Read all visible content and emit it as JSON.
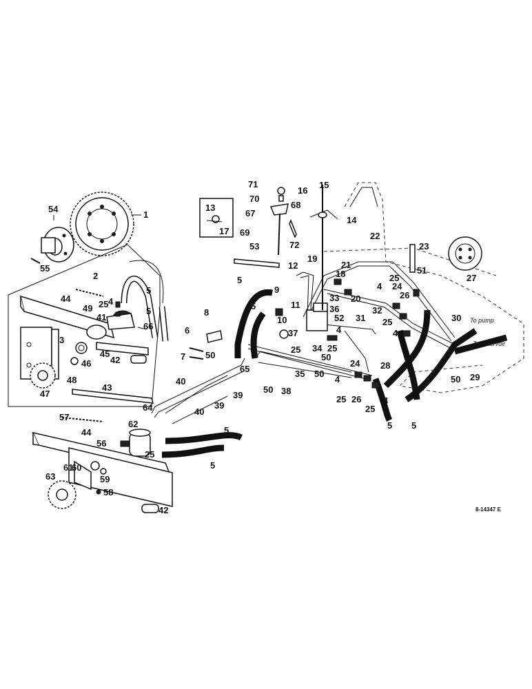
{
  "labels": {
    "p1": "1",
    "p2": "2",
    "p3": "3",
    "p4a": "4",
    "p4b": "4",
    "p4c": "4",
    "p4d": "4",
    "p4e": "4",
    "p4f": "4",
    "p5a": "5",
    "p5b": "5",
    "p5c": "5",
    "p5d": "5",
    "p5e": "5",
    "p5f": "5",
    "p5g": "5",
    "p6": "6",
    "p7": "7",
    "p8": "8",
    "p9": "9",
    "p10": "10",
    "p11": "11",
    "p12": "12",
    "p13": "13",
    "p14": "14",
    "p15": "15",
    "p16": "16",
    "p17": "17",
    "p18": "18",
    "p19": "19",
    "p20": "20",
    "p21": "21",
    "p22": "22",
    "p23": "23",
    "p24a": "24",
    "p24b": "24",
    "p25a": "25",
    "p25b": "25",
    "p25c": "25",
    "p25d": "25",
    "p25e": "25",
    "p25f": "25",
    "p25g": "25",
    "p25h": "25",
    "p26a": "26",
    "p26b": "26",
    "p27": "27",
    "p28": "28",
    "p29": "29",
    "p30": "30",
    "p31": "31",
    "p32": "32",
    "p33": "33",
    "p34": "34",
    "p35": "35",
    "p36": "36",
    "p37": "37",
    "p38": "38",
    "p39a": "39",
    "p39b": "39",
    "p40a": "40",
    "p40b": "40",
    "p41": "41",
    "p42a": "42",
    "p42b": "42",
    "p43": "43",
    "p44a": "44",
    "p44b": "44",
    "p45": "45",
    "p46": "46",
    "p47": "47",
    "p48": "48",
    "p49": "49",
    "p50a": "50",
    "p50b": "50",
    "p50c": "50",
    "p50d": "50",
    "p50e": "50",
    "p51": "51",
    "p52": "52",
    "p53": "53",
    "p54": "54",
    "p55": "55",
    "p56": "56",
    "p57": "57",
    "p58": "58",
    "p59": "59",
    "p60": "60",
    "p61": "61",
    "p62": "62",
    "p63": "63",
    "p64": "64",
    "p65": "65",
    "p66": "66",
    "p67": "67",
    "p68": "68",
    "p69": "69",
    "p70": "70",
    "p71": "71",
    "p72": "72"
  },
  "annotations": {
    "to_pump": "To pump",
    "to_reservoir": "To reservoir"
  },
  "reference": "8-14347 E"
}
